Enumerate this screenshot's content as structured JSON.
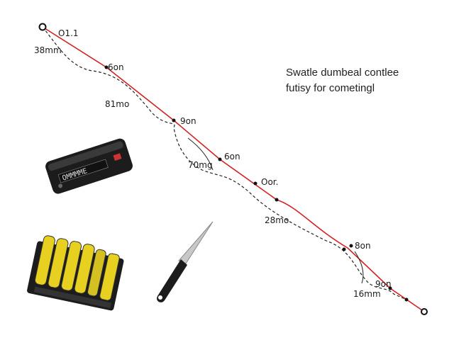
{
  "labels": {
    "l1": "O1.1",
    "l2": "38mm",
    "l3": "6on",
    "l4": "81mo",
    "l5": "9on",
    "l6": "6on",
    "l7": "70mg",
    "l8": "Oor.",
    "l9": "28mo",
    "l10": "8on",
    "l11": "9on",
    "l12": "16mm"
  },
  "caption": {
    "line1": "Swatle dumbeal contlee",
    "line2": "futisy for cometingl"
  },
  "device": {
    "text": "OMMMME"
  },
  "colors": {
    "red_line": "#d42020",
    "dashed_line": "#222222",
    "battery_yellow": "#e8d020",
    "device_black": "#1c1c1c"
  },
  "icons": {
    "device": "power-bank-icon",
    "batteries": "battery-pack-icon",
    "knife": "knife-icon"
  }
}
